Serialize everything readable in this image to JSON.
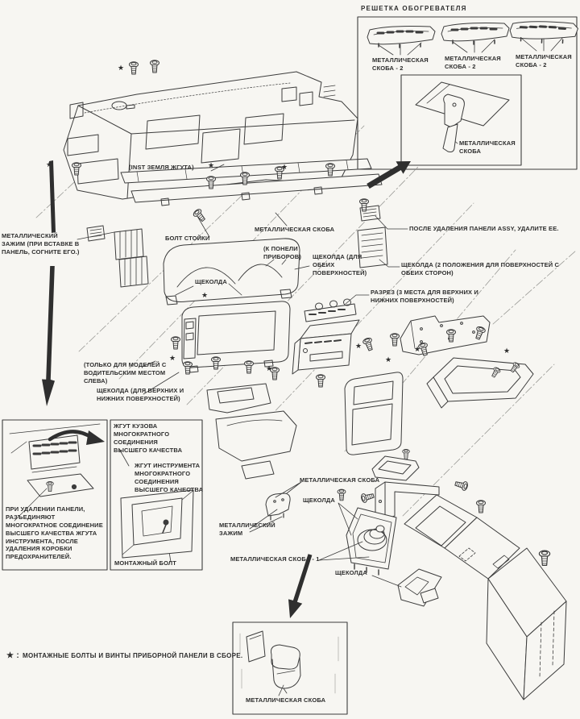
{
  "page": {
    "background": "#f7f6f2",
    "line_color": "#3c3c3c",
    "text_color": "#2d2d2d"
  },
  "inset_top": {
    "title": "РЕШЕТКА ОБОГРЕВАТЕЛЯ",
    "bracket2_a": "МЕТАЛЛИЧЕСКАЯ СКОБА - 2",
    "bracket2_b": "МЕТАЛЛИЧЕСКАЯ СКОБА - 2",
    "bracket2_c": "МЕТАЛЛИЧЕСКАЯ СКОБА - 2",
    "bracket_inset": "МЕТАЛЛИЧЕСКАЯ СКОБА"
  },
  "labels": {
    "metal_clip_note": "МЕТАЛЛИЧЕСКИЙ ЗАЖИМ (ПРИ ВСТАВКЕ В ПАНЕЛЬ, СОГНИТЕ ЕГО.)",
    "inst_ground": "(INST ЗЕМЛЯ ЖГУТА)",
    "pillar_bolt": "БОЛТ СТОЙКИ",
    "bracket_center": "МЕТАЛЛИЧЕСКАЯ СКОБА",
    "to_panel": "(К ПОНЕЛИ ПРИБОРОВ)",
    "latch_both": "ЩЕКОЛДА (ДЛЯ ОБЕИХ ПОВЕРХНОСТЕЙ)",
    "after_assy": "ПОСЛЕ УДАЛЕНИЯ ПАНЕЛИ ASSY, УДАЛИТЕ ЕЕ.",
    "latch_two_pos": "ЩЕКОЛДА (2 ПОЛОЖЕНИЯ ДЛЯ ПОВЕРХНОСТЕЙ С ОБЕИХ СТОРОН)",
    "cut_three": "РАЗРЕЗ (3 МЕСТА ДЛЯ ВЕРХНИХ И НИЖНИХ ПОВЕРХНОСТЕЙ)",
    "latch_hood": "ЩЕКОЛДА",
    "lhd_only": "(ТОЛЬКО ДЛЯ МОДЕЛЕЙ С ВОДИТЕЛЬСКИМ МЕСТОМ СЛЕВА)",
    "latch_upper_lower": "ЩЕКОЛДА (ДЛЯ ВЕРХНИХ И НИЖНИХ ПОВЕРХНОСТЕЙ)",
    "bracket_console": "МЕТАЛЛИЧЕСКАЯ СКОБА",
    "latch_console_a": "ЩЕКОЛДА",
    "metal_clip_console": "МЕТАЛЛИЧЕСКИЙ ЗАЖИМ",
    "bracket_1": "МЕТАЛЛИЧЕСКАЯ СКОБА - 1",
    "latch_console_b": "ЩЕКОЛДА",
    "bracket_bottom": "МЕТАЛЛИЧЕСКАЯ СКОБА"
  },
  "inset_bottom_left": {
    "body_harness": "ЖГУТ КУЗОВА МНОГОКРАТНОГО СОЕДИНЕНИЯ ВЫСШЕГО КАЧЕСТВА",
    "inst_harness": "ЖГУТ ИНСТРУМЕНТА МНОГОКРАТНОГО СОЕДИНЕНИЯ ВЫСШЕГО КАЧЕСТВА",
    "fusebox_note": "ПРИ УДАЛЕНИИ ПАНЕЛИ, РАЗЪЕДИНЯЮТ МНОГОКРАТНОЕ СОЕДИНЕНИЕ ВЫСШЕГО КАЧЕСТВА ЖГУТА ИНСТРУМЕНТА, ПОСЛЕ УДАЛЕНИЯ КОРОБКИ ПРЕДОХРАНИТЕЛЕЙ.",
    "mounting_bolt": "МОНТАЖНЫЙ БОЛТ"
  },
  "note": {
    "symbol": "★ :",
    "text": "МОНТАЖНЫЕ БОЛТЫ И ВИНТЫ ПРИБОРНОЙ ПАНЕЛИ В СБОРЕ."
  }
}
